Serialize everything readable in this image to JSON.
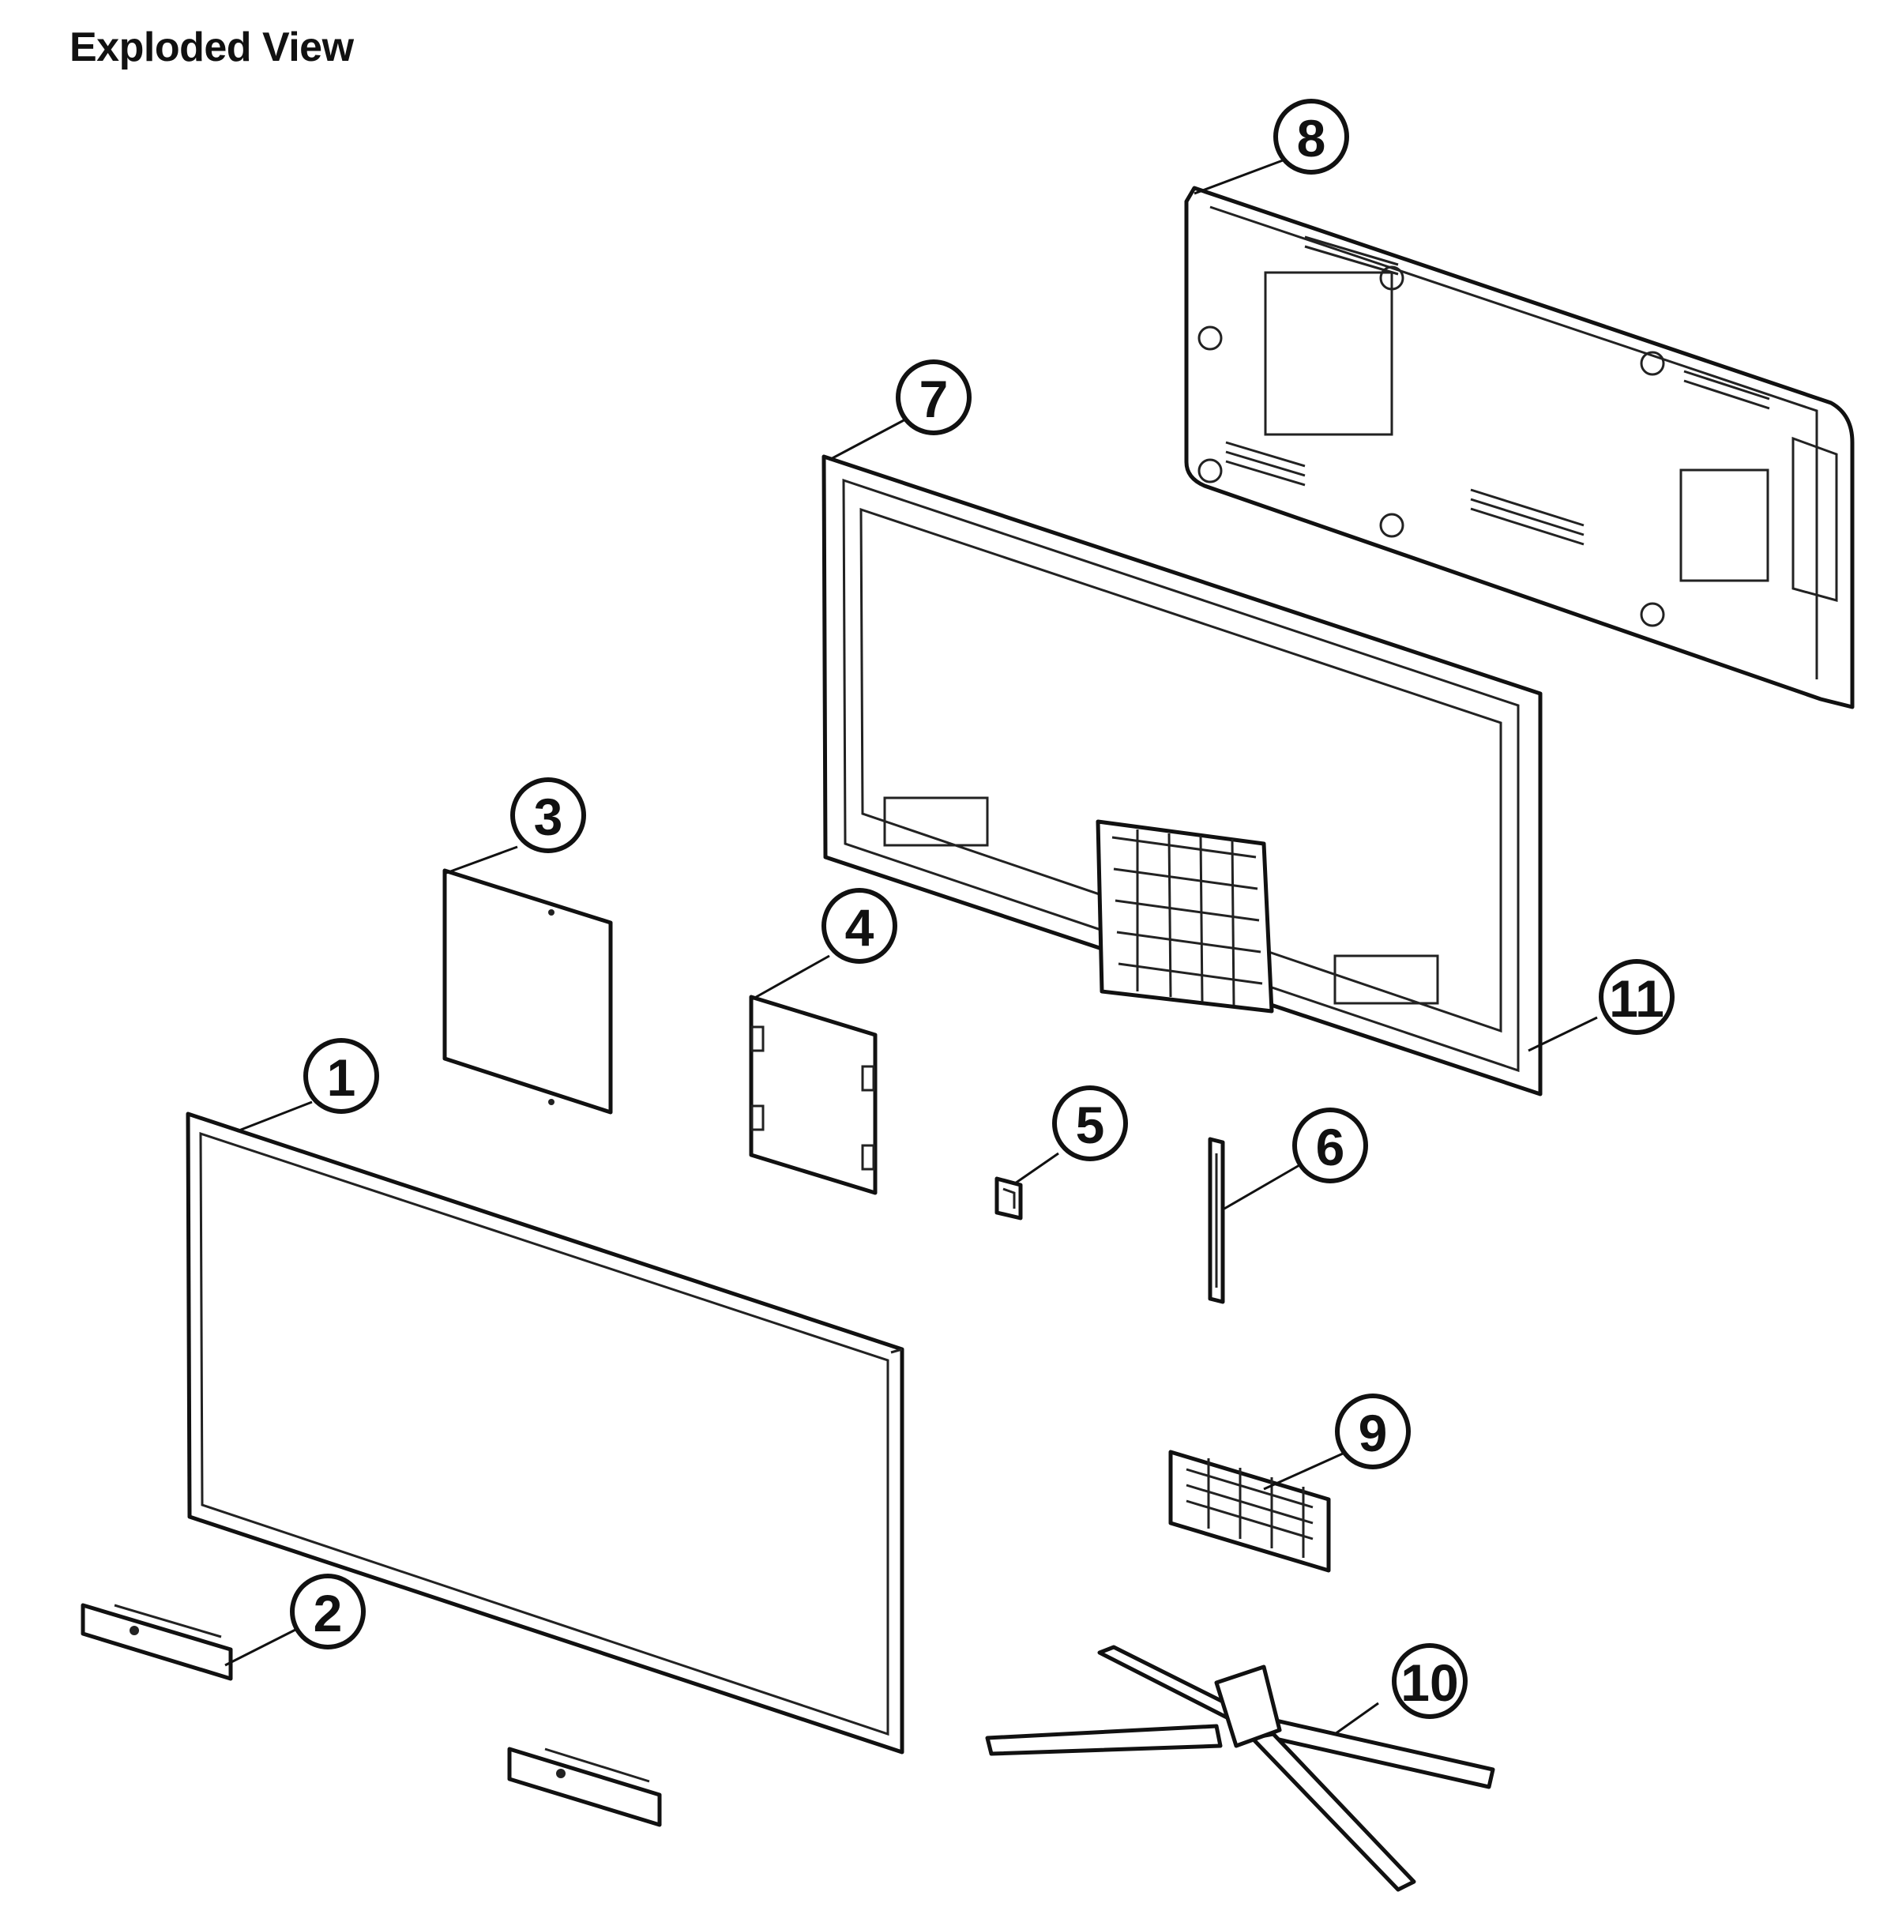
{
  "page": {
    "title": "Exploded View"
  },
  "callouts": {
    "c1": "1",
    "c2": "2",
    "c3": "3",
    "c4": "4",
    "c5": "5",
    "c6": "6",
    "c7": "7",
    "c8": "8",
    "c9": "9",
    "c10": "10",
    "c11": "11"
  }
}
